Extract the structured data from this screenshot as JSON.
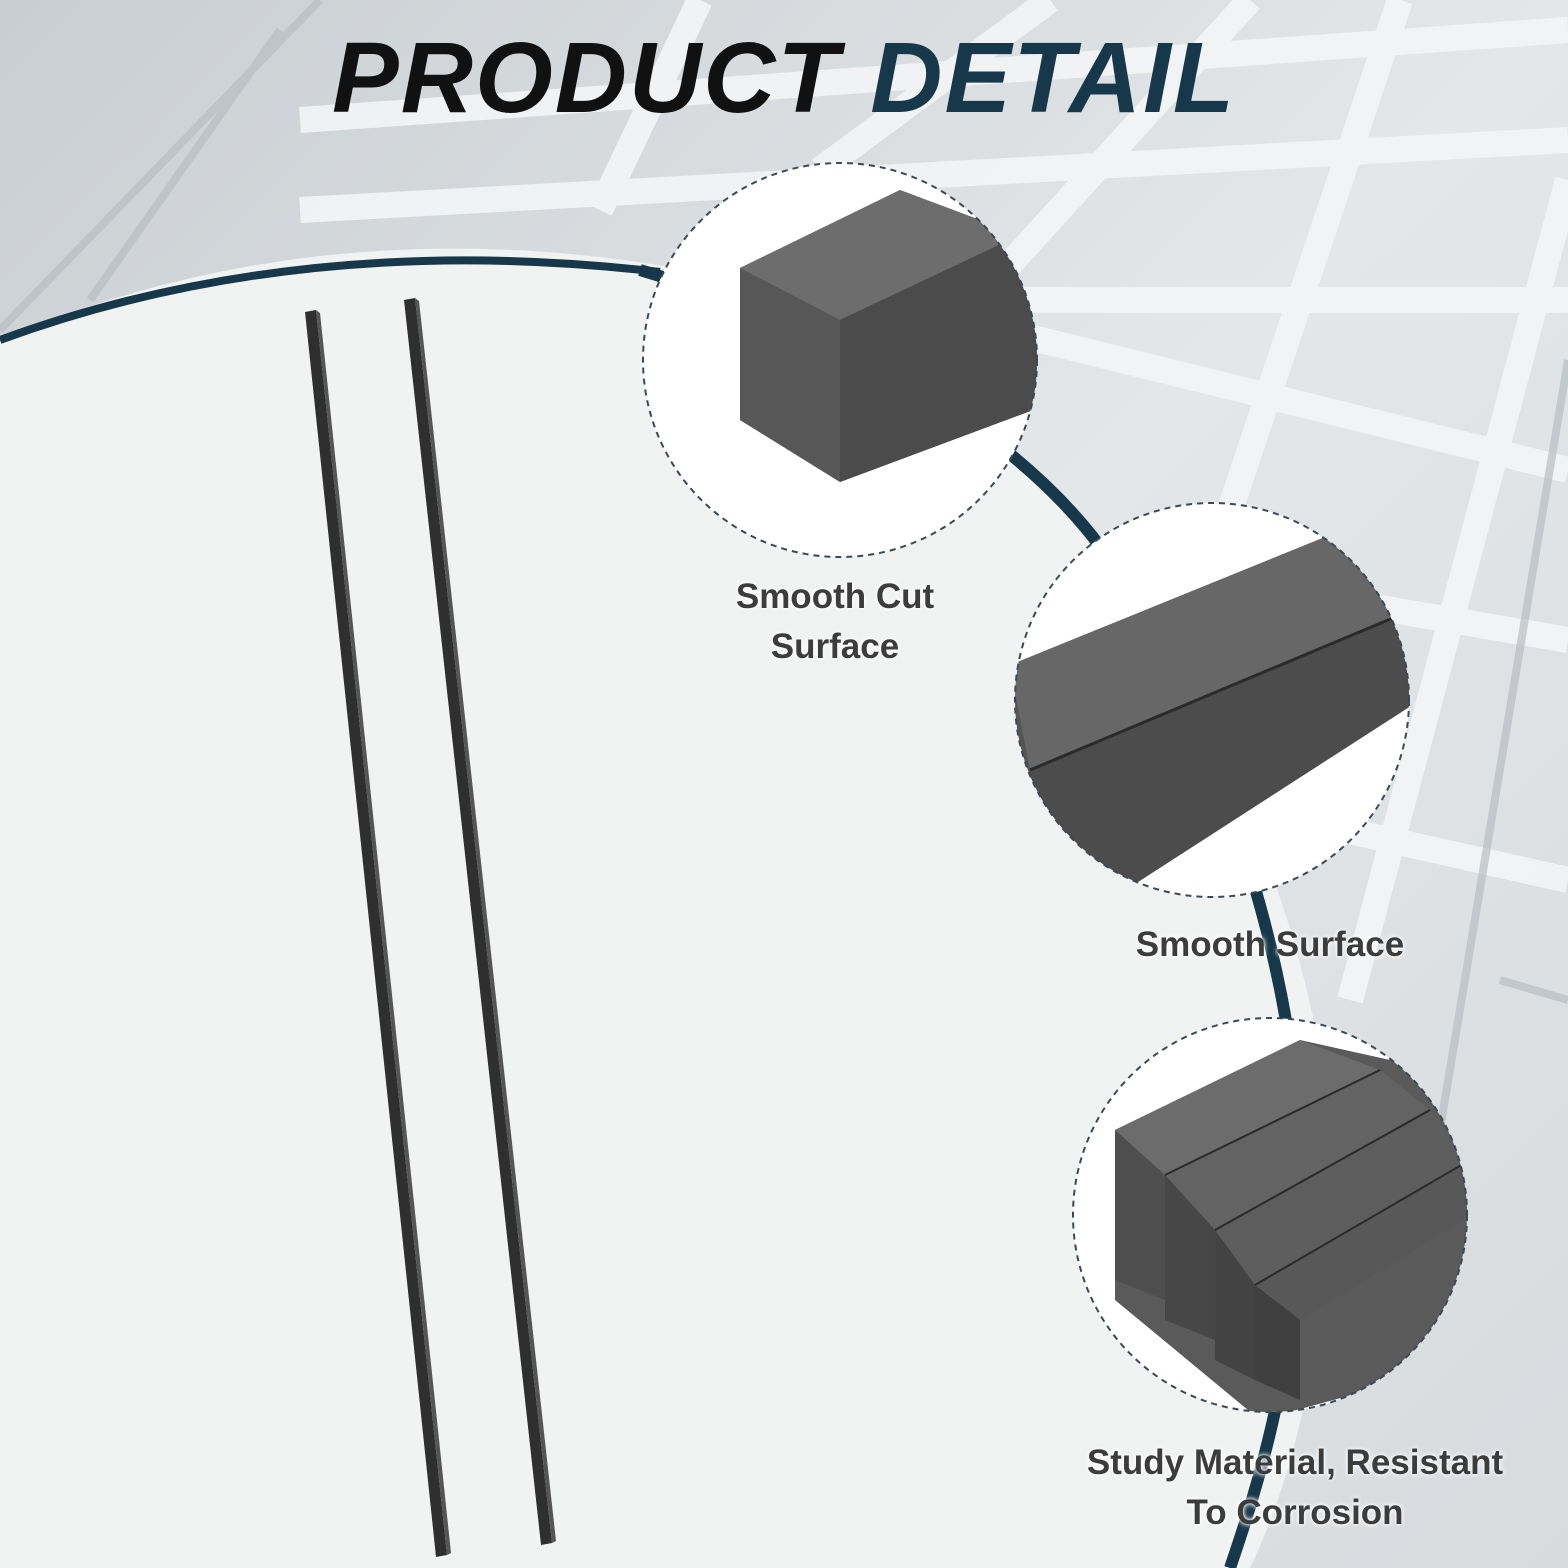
{
  "title": {
    "word_1": "PRODUCT",
    "word_2": "DETAIL"
  },
  "features": [
    {
      "line_1": "Smooth Cut",
      "line_2": "Surface"
    },
    {
      "line_1": "Smooth Surface",
      "line_2": ""
    },
    {
      "line_1": "Study Material, Resistant",
      "line_2": "To Corrosion"
    }
  ],
  "colors": {
    "accent": "#17384a",
    "title_dark": "#111111",
    "caption": "#3c3c3c",
    "steel": "#5a5a5a"
  }
}
